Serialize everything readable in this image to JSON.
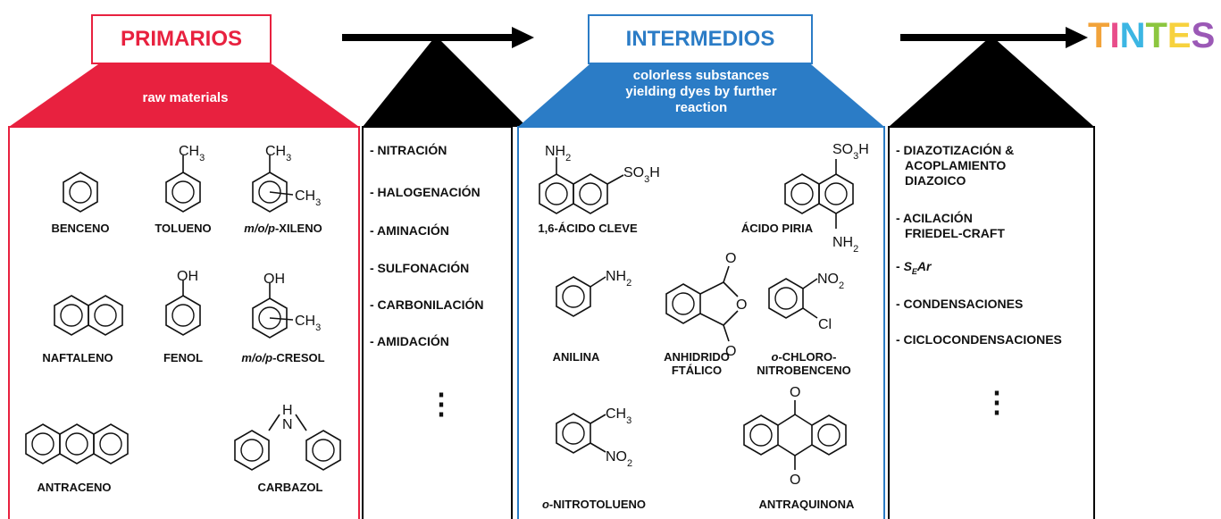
{
  "primarios": {
    "title": "PRIMARIOS",
    "banner": "raw materials",
    "color": "#e8213f",
    "molecules": {
      "benceno": "BENCENO",
      "tolueno": "TOLUENO",
      "xileno_prefix": "m/o/p",
      "xileno_suffix": "-XILENO",
      "naftaleno": "NAFTALENO",
      "fenol": "FENOL",
      "cresol_prefix": "m/o/p",
      "cresol_suffix": "-CRESOL",
      "antraceno": "ANTRACENO",
      "carbazol": "CARBAZOL"
    }
  },
  "reactions_1": {
    "steps": [
      "- NITRACIÓN",
      "- HALOGENACIÓN",
      "- AMINACIÓN",
      "- SULFONACIÓN",
      "- CARBONILACIÓN",
      "- AMIDACIÓN"
    ],
    "ellipsis": "⋮"
  },
  "intermedios": {
    "title": "INTERMEDIOS",
    "banner_line1": "colorless substances",
    "banner_line2": "yielding dyes by further",
    "banner_line3": "reaction",
    "color": "#2b7cc6",
    "molecules": {
      "cleve": "1,6-ÁCIDO CLEVE",
      "piria": "ÁCIDO PIRIA",
      "anilina": "ANILINA",
      "anhidrido_1": "ANHIDRIDO",
      "anhidrido_2": "FTÁLICO",
      "chloro_1_prefix": "o",
      "chloro_1_suffix": "-CHLORO-",
      "chloro_2": "NITROBENCENO",
      "nitrotolueno_prefix": "o",
      "nitrotolueno_suffix": "-NITROTOLUENO",
      "antraquinona": "ANTRAQUINONA"
    }
  },
  "reactions_2": {
    "step1_line1": "- DIAZOTIZACIÓN &",
    "step1_line2": "ACOPLAMIENTO",
    "step1_line3": "DIAZOICO",
    "step2_line1": "- ACILACIÓN",
    "step2_line2": "FRIEDEL-CRAFT",
    "step3_prefix": "- ",
    "step3_s": "S",
    "step3_sub": "E",
    "step3_ar": "Ar",
    "step4": "- CONDENSACIONES",
    "step5": "- CICLOCONDENSACIONES",
    "ellipsis": "⋮"
  },
  "tintes": {
    "letters": [
      "T",
      "I",
      "N",
      "T",
      "E",
      "S"
    ],
    "colors": [
      "#f2a33a",
      "#e84d8a",
      "#3cb6e3",
      "#8cc63f",
      "#f7d23e",
      "#9b59b6"
    ]
  }
}
